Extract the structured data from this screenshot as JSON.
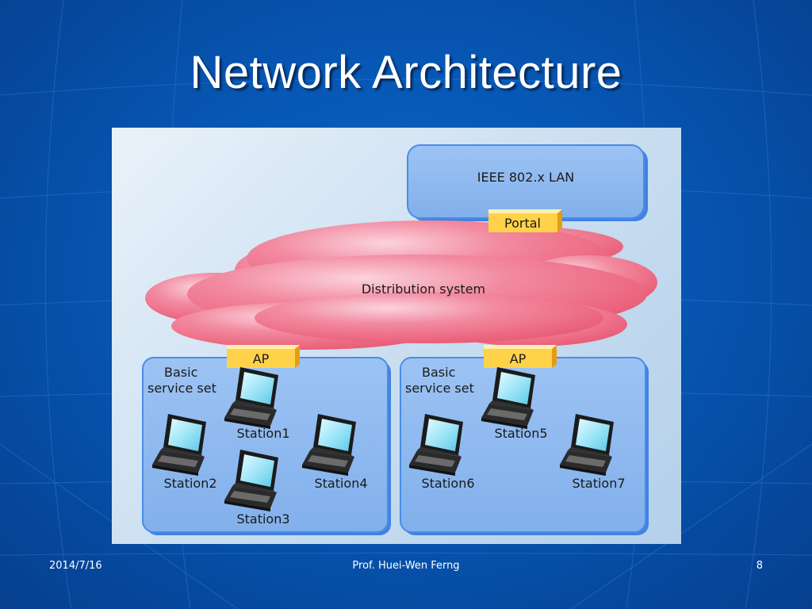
{
  "slide": {
    "title": "Network Architecture",
    "date": "2014/7/16",
    "author": "Prof. Huei-Wen Ferng",
    "page_number": "8"
  },
  "diagram": {
    "lan_label": "IEEE 802.x LAN",
    "portal_label": "Portal",
    "distribution_label": "Distribution system",
    "bss": [
      {
        "label_line1": "Basic",
        "label_line2": "service set",
        "ap_label": "AP",
        "stations": [
          "Station1",
          "Station2",
          "Station3",
          "Station4"
        ]
      },
      {
        "label_line1": "Basic",
        "label_line2": "service set",
        "ap_label": "AP",
        "stations": [
          "Station5",
          "Station6",
          "Station7"
        ]
      }
    ]
  },
  "colors": {
    "background": "#0757b4",
    "lan_box": "#8db8ef",
    "box_border": "#2f74d8",
    "cloud": "#ef6f86",
    "label_box": "#ffd04a"
  }
}
